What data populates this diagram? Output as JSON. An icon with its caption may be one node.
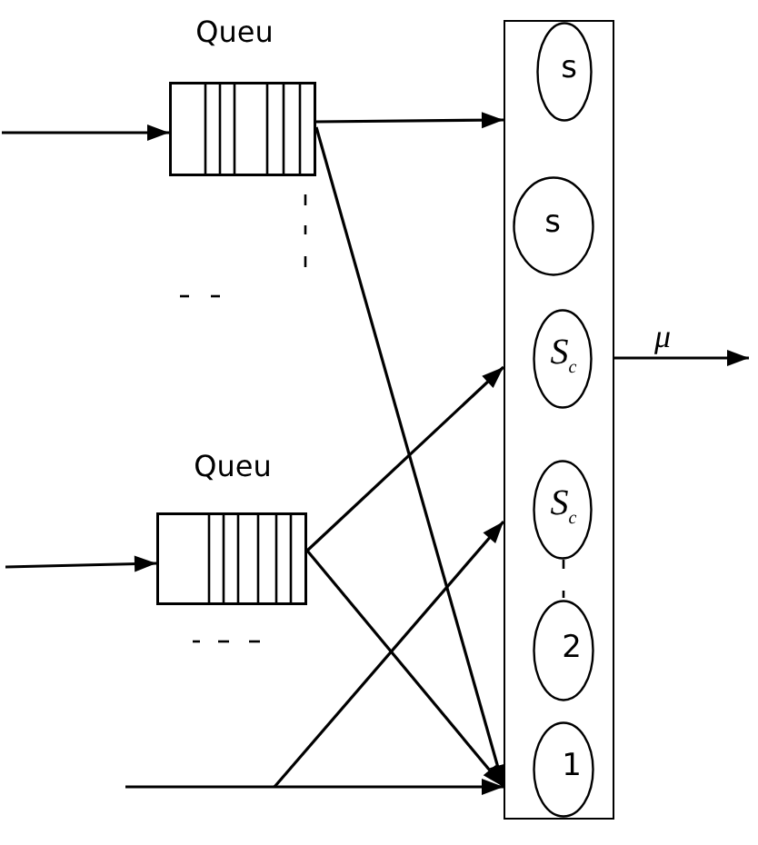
{
  "diagram": {
    "nodes": [
      {
        "text": [
          "Queu"
        ]
      },
      {
        "text": [
          "Queu"
        ]
      },
      {
        "text": [],
        "shape": "box"
      },
      {
        "text": [
          "s"
        ],
        "in": 2
      },
      {
        "text": [
          "s"
        ],
        "in": 2
      },
      {
        "text": [
          "S$_{c}$"
        ],
        "in": 2
      },
      {
        "text": [
          "S$_{c}$"
        ],
        "in": 2
      },
      {
        "text": [
          "2"
        ],
        "in": 2
      },
      {
        "text": [
          "1"
        ],
        "in": 2
      }
    ],
    "edges": [
      {
        "from": null,
        "to": 0,
        "arrow": "to"
      },
      {
        "from": 0,
        "to": 2,
        "arrow": "to"
      },
      {
        "from": 0,
        "to": 2,
        "arrow": "to"
      },
      {
        "from": null,
        "to": 1,
        "arrow": "to"
      },
      {
        "from": 1,
        "to": 2,
        "arrow": "to"
      },
      {
        "from": 1,
        "to": 2,
        "arrow": "to"
      },
      {
        "from": null,
        "to": 2,
        "arrow": "to"
      },
      {
        "from": null,
        "to": 2,
        "arrow": "to"
      },
      {
        "from": 2,
        "to": null,
        "arrow": "to",
        "label": "μ"
      }
    ]
  }
}
